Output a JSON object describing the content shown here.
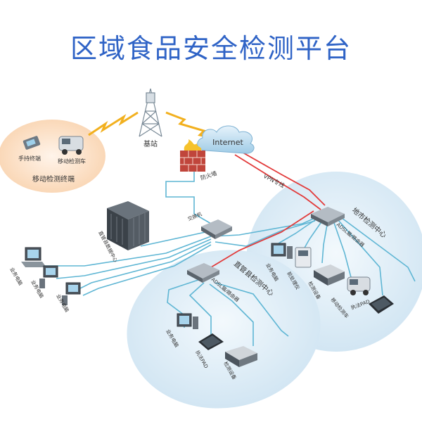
{
  "title": "区域食品安全检测平台",
  "nodes": {
    "base_station": "基站",
    "internet": "Internet",
    "firewall": "防火墙",
    "mobile_group": "移动检测终端",
    "handheld": "手持终端",
    "mobile_vehicle": "移动检测车",
    "vpn": "VPN专线",
    "switch": "交换机",
    "data_center": "直管县数据中心",
    "pc1": "业务电脑",
    "pc2": "业务电脑",
    "pc3": "业务电脑",
    "city_center": "地市检测中心",
    "city_router": "ADSL猫/路由器",
    "city_pc": "业务电脑",
    "city_pretreat": "前处理仪",
    "city_device": "检测设备",
    "city_vehicle": "移动检测车",
    "city_pad": "执法PAD",
    "county_center": "直管县检测中心",
    "county_router": "ADSL猫/路由器",
    "county_pc": "业务电脑",
    "county_pad": "执法PAD",
    "county_device": "检测设备"
  },
  "colors": {
    "title": "#2f63c6",
    "link": "#5fb6d4",
    "vpn": "#e23a3a",
    "wireless": "#f2b01e",
    "ellipse": "#dcecf6",
    "mobile_bg": "#fbe1c7"
  }
}
